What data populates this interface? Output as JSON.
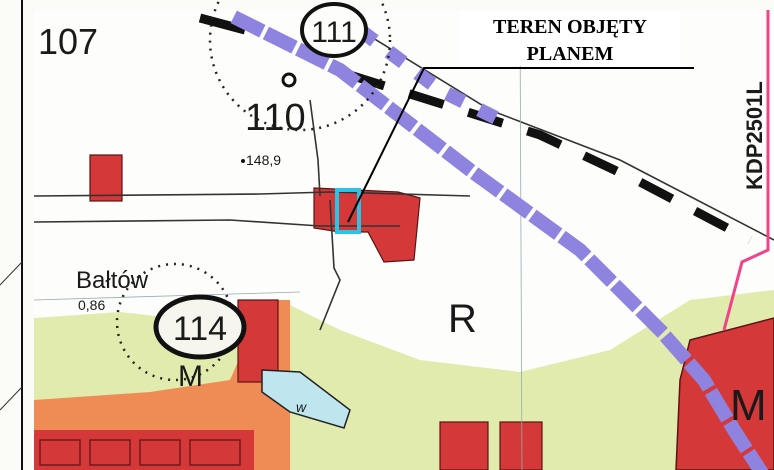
{
  "callout": {
    "line1": "TEREN OBJĘTY",
    "line2": "PLANEM"
  },
  "parcels": {
    "p107": "107",
    "p111": "111",
    "p110": "110",
    "p114": "114"
  },
  "labels": {
    "elevation_a": "148,9",
    "elevation_b": "0,86",
    "village": "Bałtów",
    "zone_r": "R",
    "zone_m": "M",
    "zone_mm": "M",
    "road_code": "KDP2501L",
    "water_w": "w"
  },
  "colors": {
    "paper": "#ffffff",
    "built_red": "#d83a3a",
    "orange_zone": "#ee8a54",
    "yellow_green": "#dfe8a8",
    "route_purple": "#8e84e0",
    "boundary_pink": "#f0438a",
    "study_area": "#29c4e6",
    "water": "#bfe6ef"
  }
}
